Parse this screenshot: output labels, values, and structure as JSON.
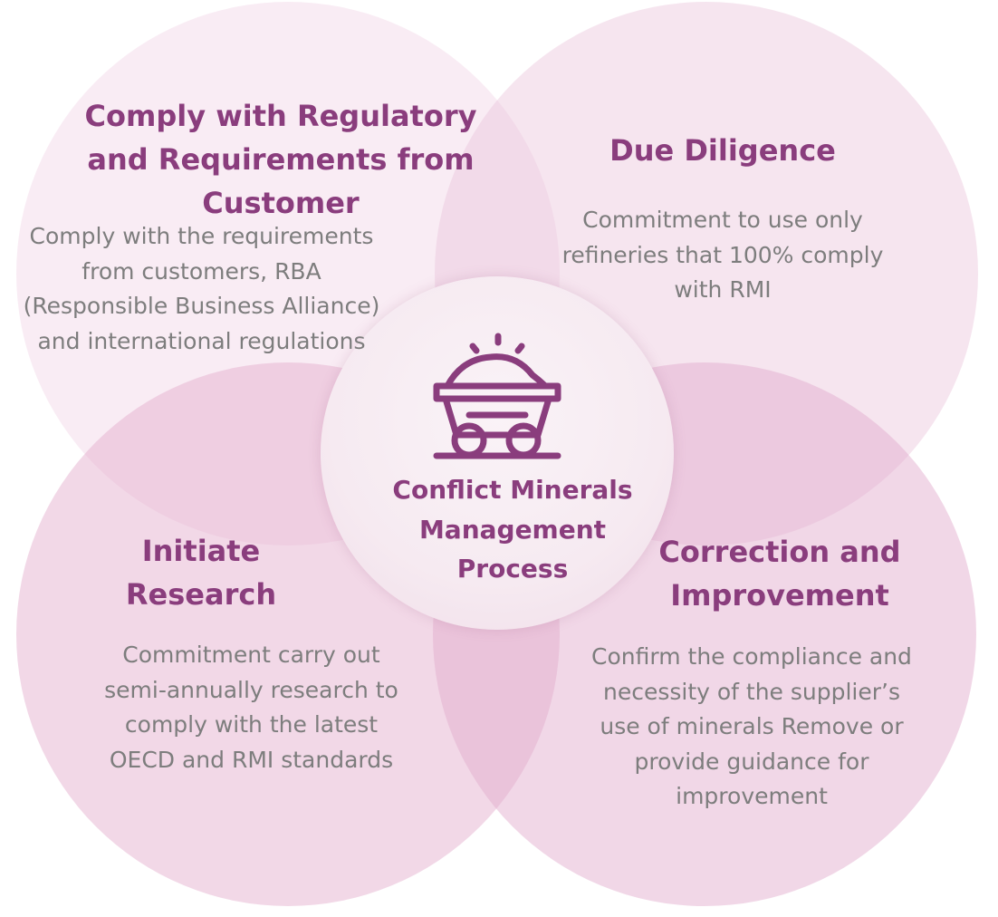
{
  "colors": {
    "heading": "#8a3d7d",
    "body_text": "#7d7d7d",
    "circle_pink": "#e2aaca",
    "center_fill": "#f6eaf1"
  },
  "center": {
    "icon": "mine-cart-icon",
    "title": "Conflict Minerals Management Process"
  },
  "quadrants": {
    "top_left": {
      "title": "Comply with Regulatory and Requirements from Customer",
      "description": "Comply with the requirements from customers, RBA (Responsible Business Alliance) and international regulations"
    },
    "top_right": {
      "title": "Due Diligence",
      "description": "Commitment to use only refineries that 100% comply with RMI"
    },
    "bottom_left": {
      "title": "Initiate Research",
      "description": "Commitment carry out semi-annually research to comply with the latest OECD and RMI standards"
    },
    "bottom_right": {
      "title": "Correction and Improvement",
      "description": "Confirm the compliance and necessity of the supplier’s use of minerals Remove or provide guidance for improvement"
    }
  }
}
